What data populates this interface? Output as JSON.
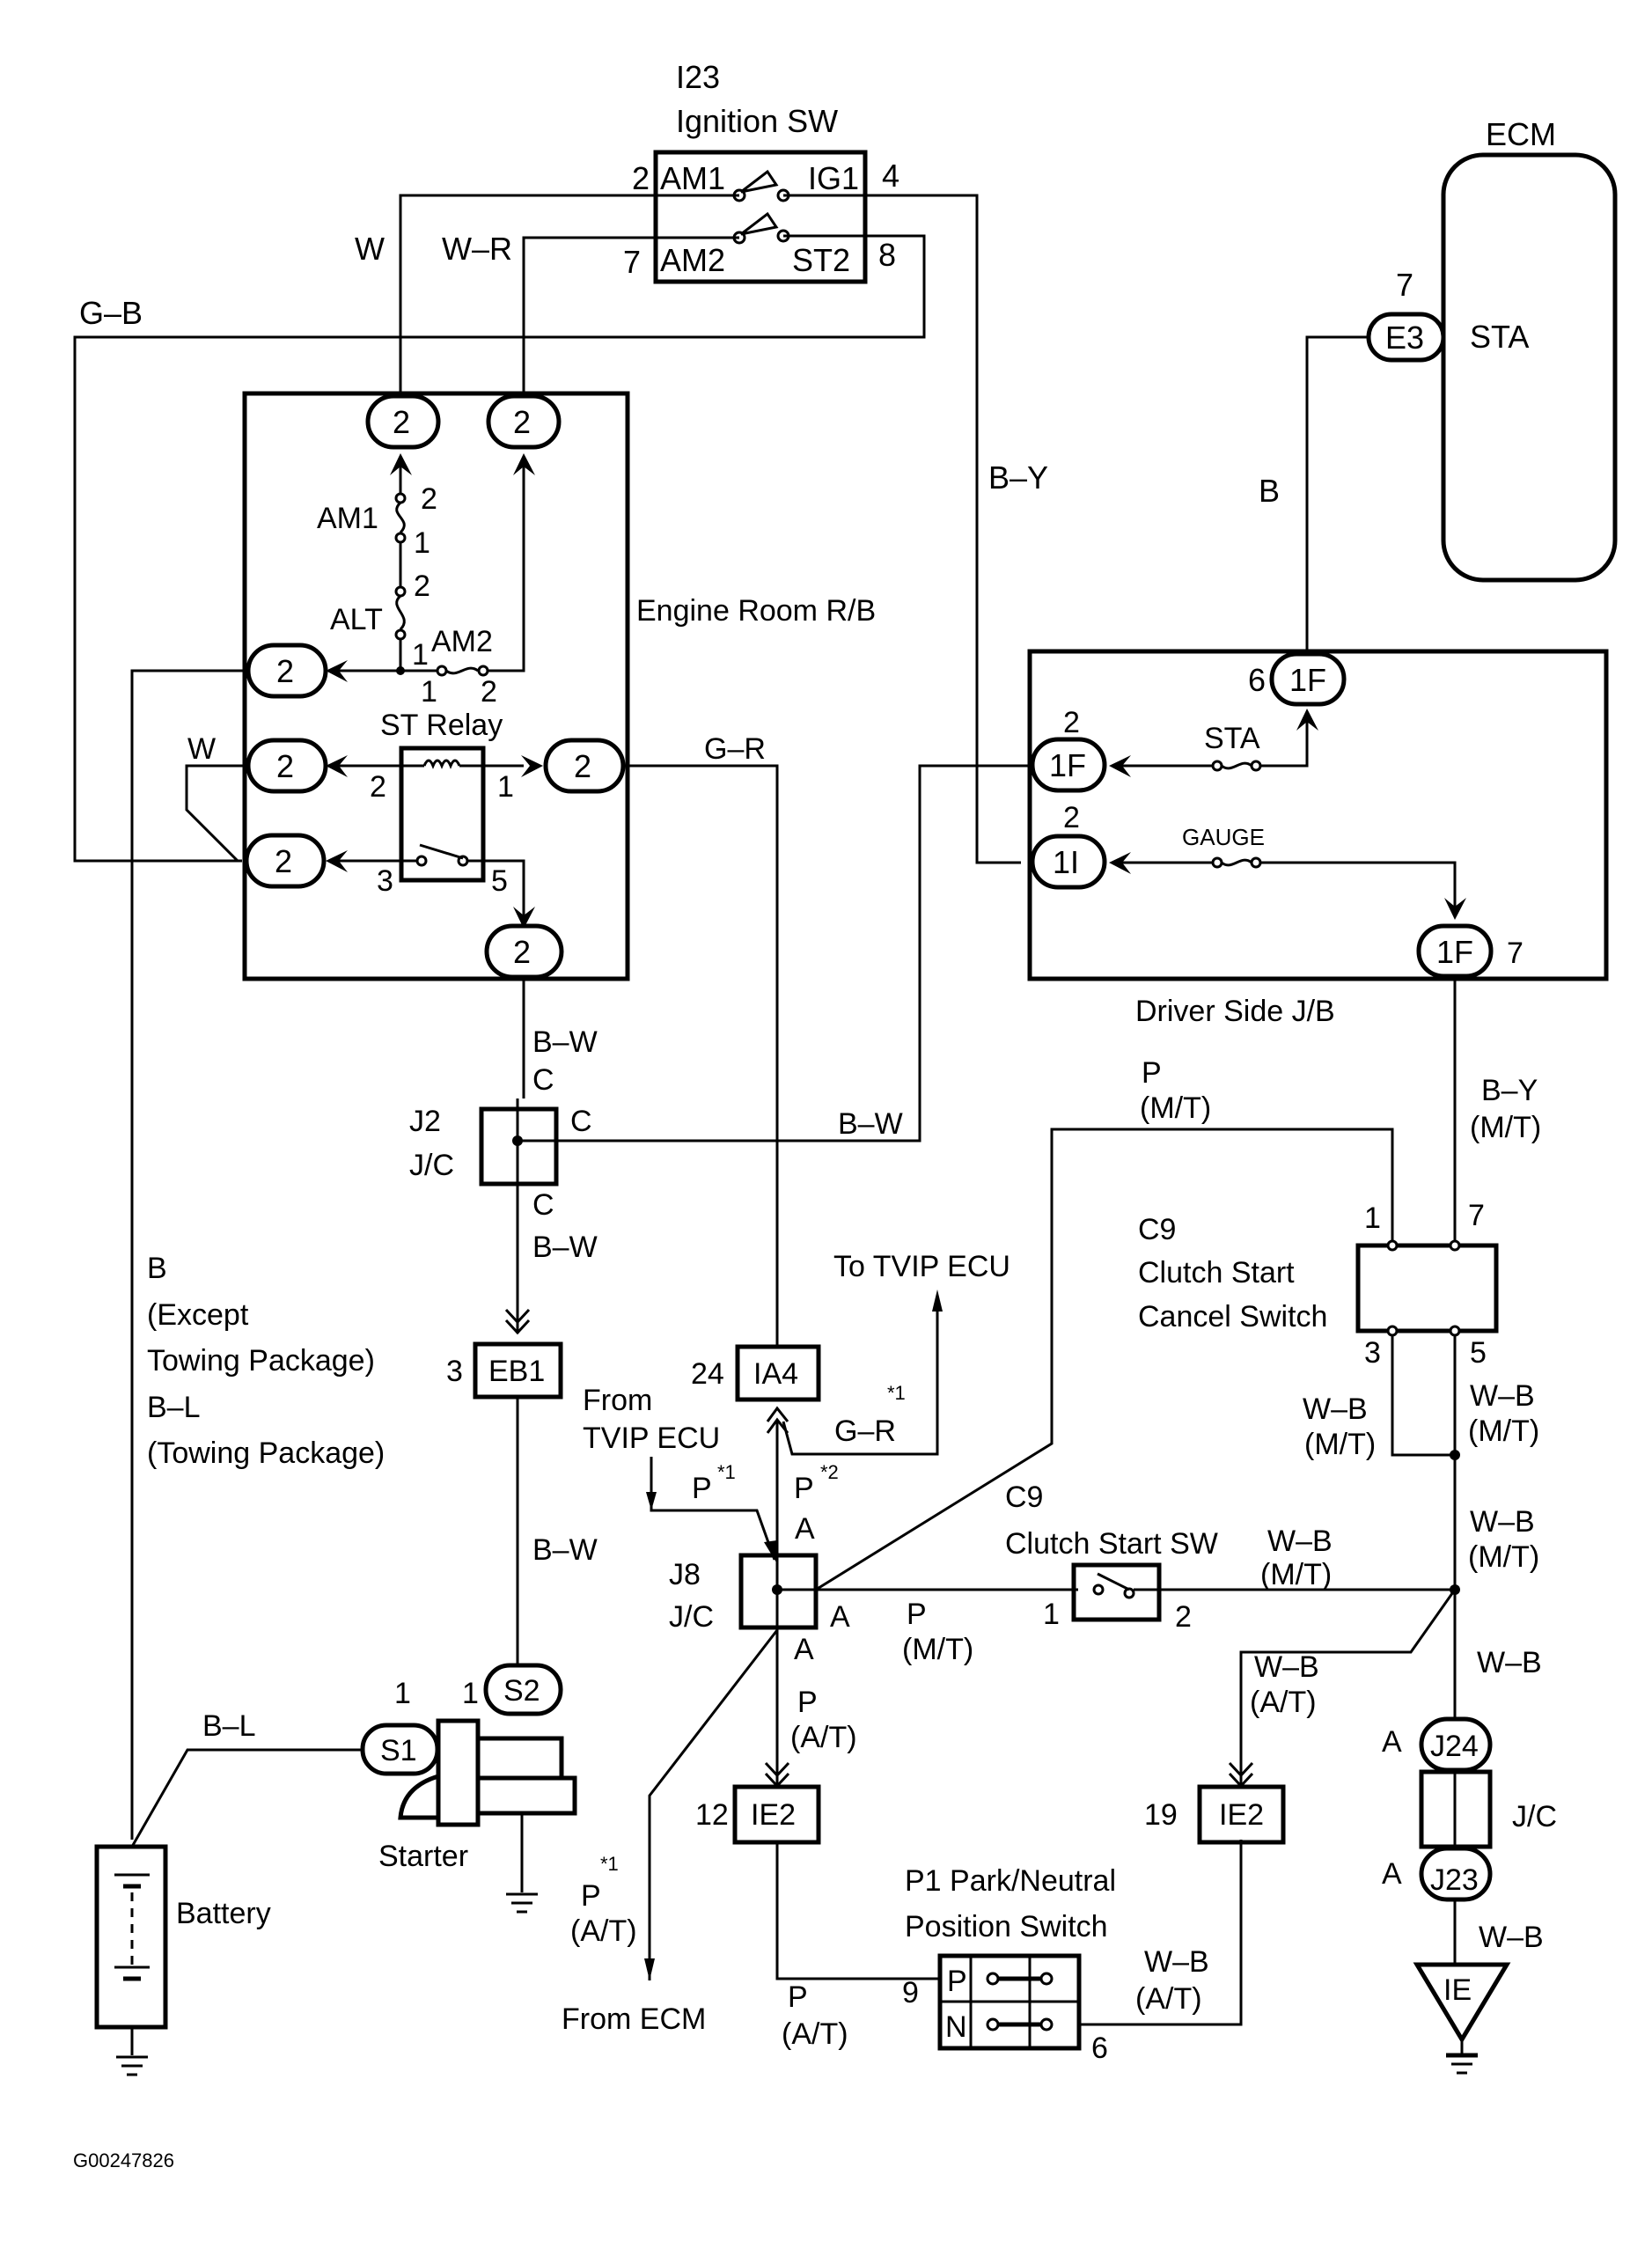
{
  "figure_id": "G00247826",
  "ignition_switch": {
    "code": "I23",
    "name": "Ignition SW",
    "terminals": {
      "am1": "AM1",
      "ig1": "IG1",
      "am2": "AM2",
      "st2": "ST2"
    },
    "pins": {
      "am1": "2",
      "ig1": "4",
      "am2": "7",
      "st2": "8"
    }
  },
  "ecm": {
    "name": "ECM",
    "terminal": "STA",
    "connector": "E3",
    "pin": "7"
  },
  "engine_room_rb": {
    "name": "Engine Room R/B",
    "connector_label": "2",
    "fuse_am1": {
      "name": "AM1",
      "pin_top": "2",
      "pin_bottom": "1"
    },
    "fuse_alt": {
      "name": "ALT",
      "pin_top": "2",
      "pin_bottom": "1"
    },
    "fuse_am2": {
      "name": "AM2",
      "pin_left": "1",
      "pin_right": "2"
    },
    "st_relay": {
      "name": "ST Relay",
      "pins": {
        "p1": "1",
        "p2": "2",
        "p3": "3",
        "p5": "5"
      }
    }
  },
  "driver_side_jb": {
    "name": "Driver Side J/B",
    "conn_top": {
      "label": "1F",
      "pin": "6"
    },
    "conn_sta": {
      "label": "1F",
      "pin": "2"
    },
    "conn_gauge": {
      "label": "1I",
      "pin": "2"
    },
    "conn_bottom": {
      "label": "1F",
      "pin": "7"
    },
    "fuse_sta": "STA",
    "fuse_gauge": "GAUGE"
  },
  "wires": {
    "w": "W",
    "w_r": "W–R",
    "g_b": "G–B",
    "b_y": "B–Y",
    "b": "B",
    "w_loop": "W",
    "g_r": "G–R",
    "b_w_1": "B–W",
    "b_w_2": "B–W",
    "b_w_3": "B–W",
    "b_w_4": "B–W",
    "battery_feed": [
      "B",
      "(Except",
      "Towing Package)",
      "B–L",
      "(Towing Package)"
    ],
    "b_l": "B–L",
    "p_mt_top": [
      "P",
      "(M/T)"
    ],
    "b_y_mt": [
      "B–Y",
      "(M/T)"
    ],
    "w_b_mt_3": [
      "W–B",
      "(M/T)"
    ],
    "w_b_mt_5": [
      "W–B",
      "(M/T)"
    ],
    "w_b_mt_right": [
      "W–B",
      "(M/T)"
    ],
    "w_b_mt_sw": [
      "W–B",
      "(M/T)"
    ],
    "w_b_at": [
      "W–B",
      "(A/T)"
    ],
    "w_b_down": "W–B",
    "w_b_ground": "W–B",
    "g_r_star": "G–R",
    "star1": "*1",
    "p_star1": "P",
    "p_star2": "P",
    "star2": "*2",
    "p_mt_mid": [
      "P",
      "(M/T)"
    ],
    "p_at_mid": [
      "P",
      "(A/T)"
    ],
    "p_at_ecm": [
      "P",
      "(A/T)"
    ],
    "p_at_bottom": [
      "P",
      "(A/T)"
    ],
    "w_b_at_bottom": [
      "W–B",
      "(A/T)"
    ]
  },
  "junctions": {
    "j2": {
      "code": "J2",
      "type": "J/C",
      "pin": "C"
    },
    "j8": {
      "code": "J8",
      "type": "J/C",
      "pin": "A"
    },
    "j24": {
      "code": "J24",
      "pin": "A"
    },
    "j23": {
      "code": "J23",
      "pin": "A"
    },
    "j24_j23_type": "J/C"
  },
  "connectors": {
    "eb1": {
      "code": "EB1",
      "pin": "3"
    },
    "ia4": {
      "code": "IA4",
      "pin": "24"
    },
    "ie2_left": {
      "code": "IE2",
      "pin": "12"
    },
    "ie2_right": {
      "code": "IE2",
      "pin": "19"
    }
  },
  "external": {
    "to_tvip": "To TVIP ECU",
    "from_tvip": [
      "From",
      "TVIP ECU"
    ],
    "from_ecm": "From ECM"
  },
  "clutch_cancel": {
    "code": "C9",
    "name": [
      "Clutch Start",
      "Cancel Switch"
    ],
    "pins": {
      "p1": "1",
      "p7": "7",
      "p3": "3",
      "p5": "5"
    }
  },
  "clutch_sw": {
    "code": "C9",
    "name": "Clutch Start SW",
    "pins": {
      "p1": "1",
      "p2": "2"
    }
  },
  "pn_switch": {
    "code_name": [
      "P1 Park/Neutral",
      "Position Switch"
    ],
    "rows": [
      "P",
      "N"
    ],
    "pins": {
      "p9": "9",
      "p6": "6"
    }
  },
  "starter": {
    "name": "Starter",
    "s1": "S1",
    "s2": "S2",
    "s1_pin": "1",
    "s2_pin": "1"
  },
  "battery": {
    "name": "Battery"
  },
  "ground": {
    "code": "IE"
  }
}
